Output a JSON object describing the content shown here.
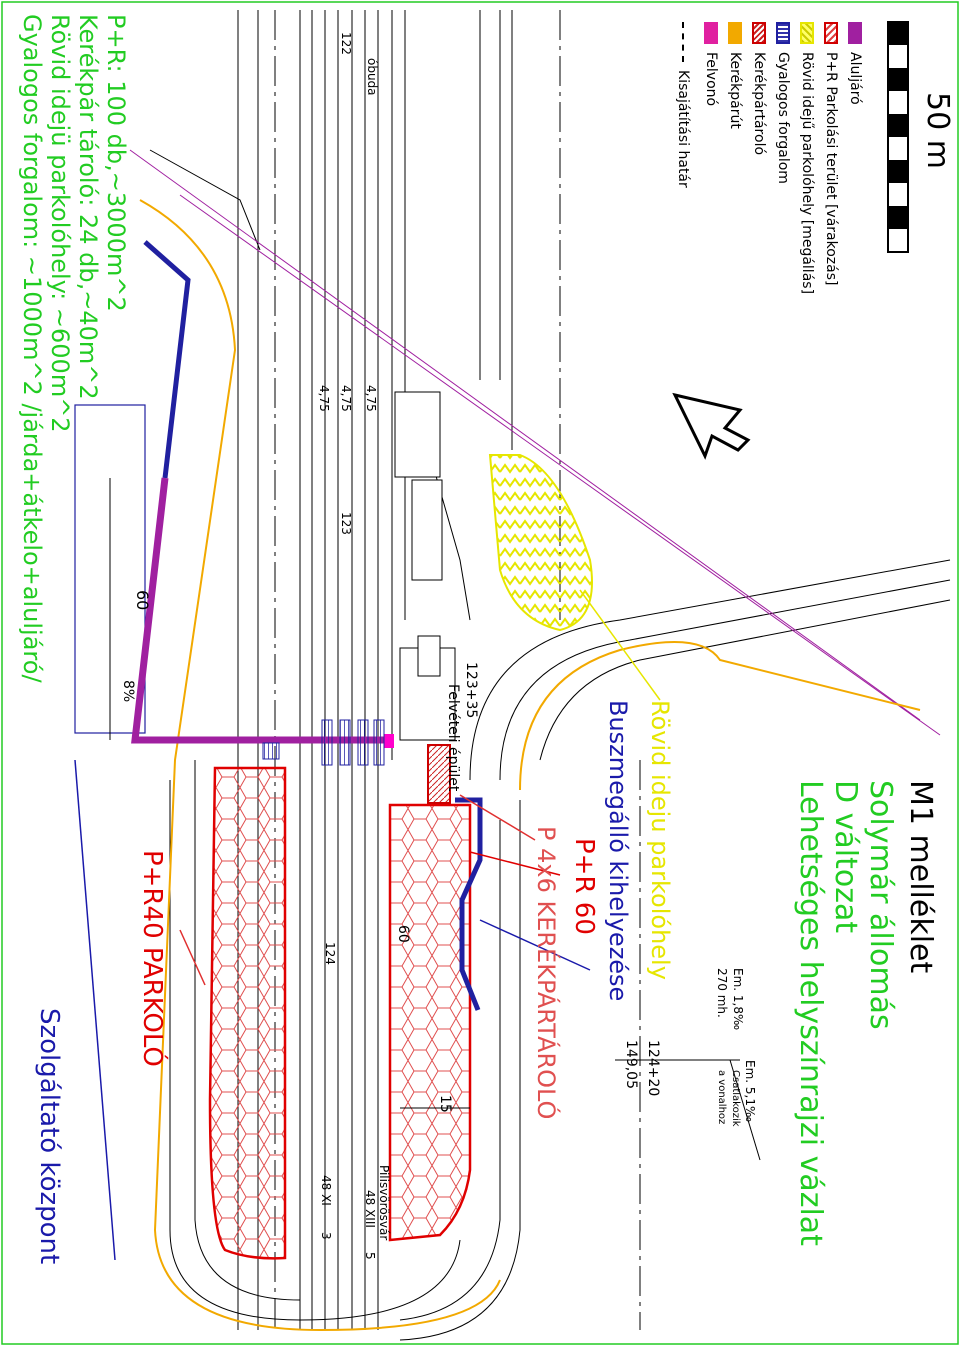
{
  "title": {
    "line1": "M1 melléklet",
    "line2": "Solymár állomás",
    "line3": "D változat",
    "line4": "Lehetséges helyszínrajzi vázlat"
  },
  "scale_label": "50 m",
  "legend": [
    {
      "key": "underpass",
      "label": "Aluljáró"
    },
    {
      "key": "pr",
      "label": "P+R Parkolási terület [várakozás]"
    },
    {
      "key": "short",
      "label": "Rövid idejű parkolóhely [megállás]"
    },
    {
      "key": "ped",
      "label": "Gyalogos forgalom"
    },
    {
      "key": "bike",
      "label": "Kerékpártároló"
    },
    {
      "key": "cycle",
      "label": "Kerékpárút"
    },
    {
      "key": "lift",
      "label": "Felvonó"
    },
    {
      "key": "exprop",
      "label": "Kisajátítási határ"
    }
  ],
  "labels": {
    "short_parking": "Rövid ideju parkolóhely",
    "bus_stop": "Buszmegálló kihelyezése",
    "pr60": "P+R 60",
    "bike_storage": "P 4x6 KERÉKPÁRTÁROLÓ",
    "pr40": "P+R40 PARKOLÓ",
    "service_center": "Szolgáltató központ",
    "station_building": "Felvételi épület",
    "chainage_station": "123+35",
    "chainage_124": "124+20",
    "elevation": "149,05",
    "gradient1": "Em. 1,8‰",
    "radius": "270 mh.",
    "gradient2": "Em. 5,1‰",
    "connects": "Csatlakozik",
    "connects2": "a vonalhoz",
    "obuda": "óbuda",
    "pilisvorosvar": "Pilisvörösvár",
    "km122": "122",
    "km123": "123",
    "km124": "124",
    "track_gap": "4,75",
    "dim60": "60",
    "dim8": "8%",
    "dim15": "15",
    "dim60b": "60",
    "sig1": "48 XIII",
    "sig2": "48 XI",
    "sig3": "5",
    "sig4": "3"
  },
  "summary": {
    "line1": "P+R: 100 db,~3000m^2",
    "line2": "Kerékpár tároló: 24 db,~40m^2",
    "line3": "Rövid idejü parkolóhely: ~600m^2",
    "line4": "Gyalogos forgalom: ~1000m^2 /járda+átkelo+aluljáró/"
  },
  "colors": {
    "underpass": "#a020a0",
    "pr": "#e00000",
    "short": "#e6e600",
    "ped": "#2020a0",
    "cycle": "#f2a900",
    "lift": "#ff00cc",
    "green_text": "#22cc22",
    "blue_text": "#1a1aaa",
    "red_text": "#e03030"
  }
}
